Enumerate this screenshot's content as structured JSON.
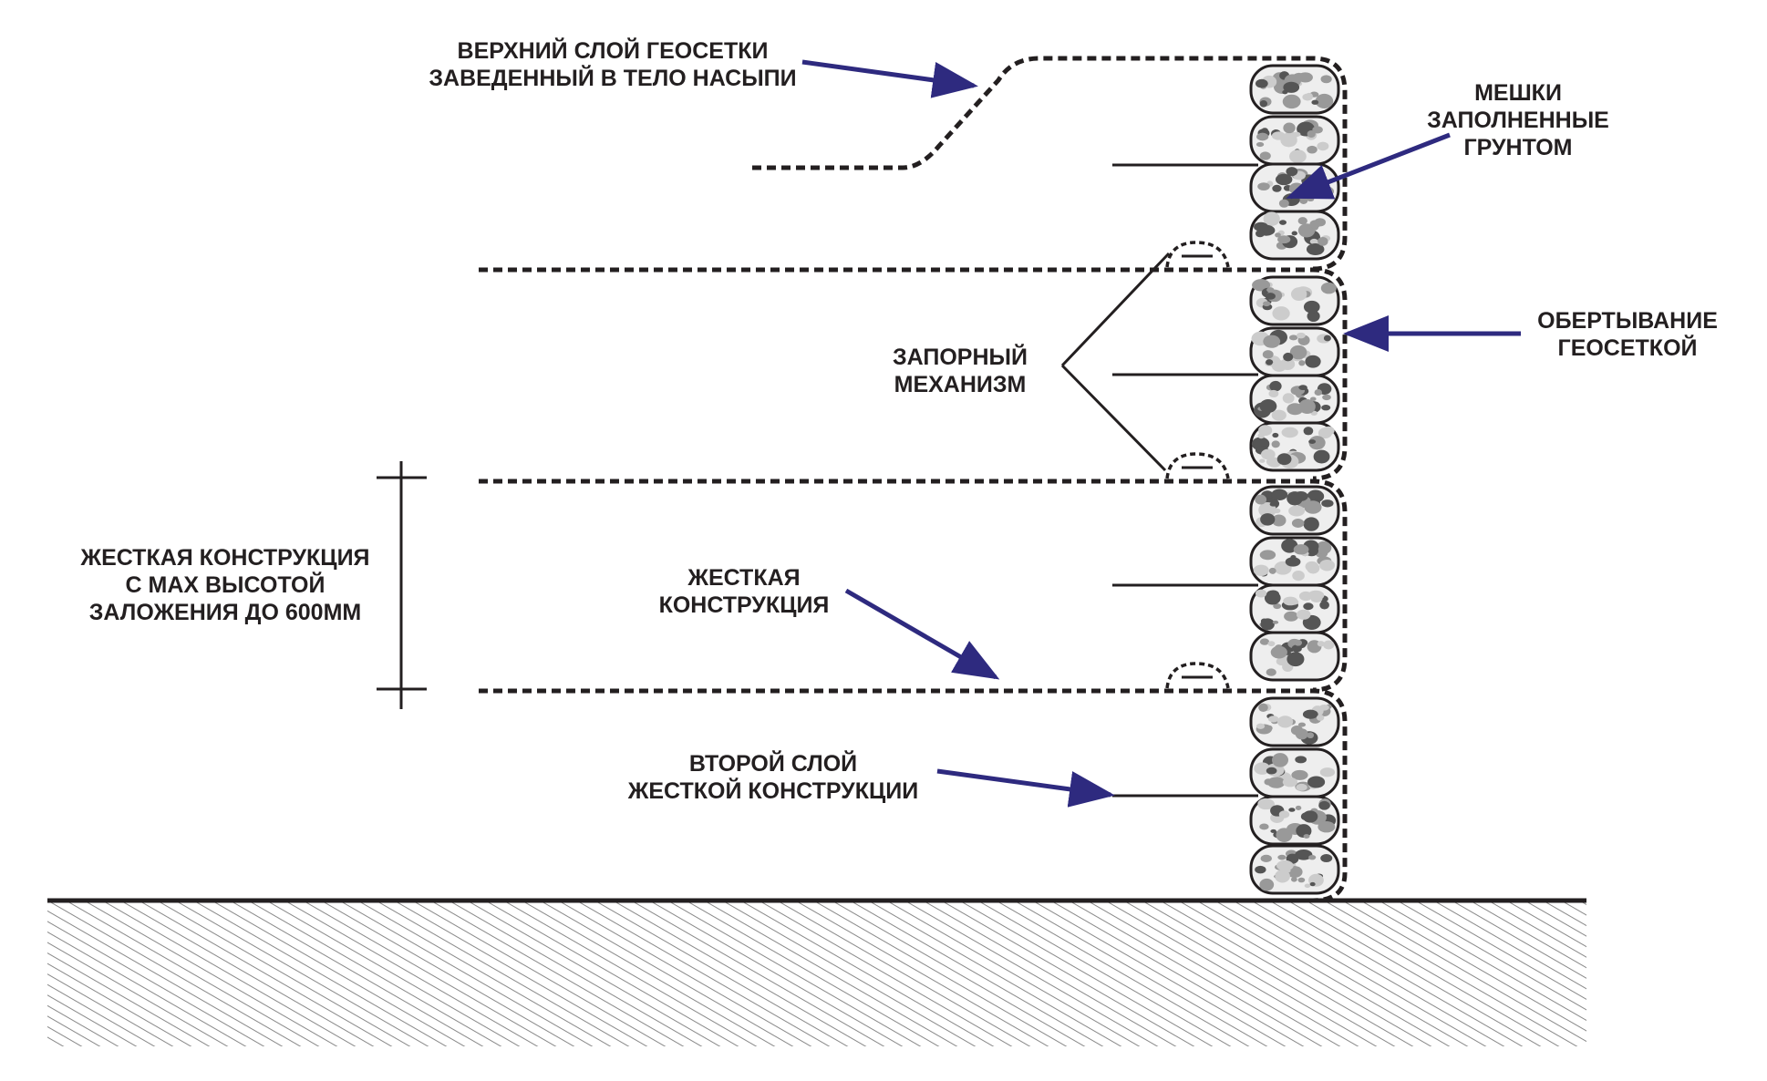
{
  "labels": {
    "top_layer_line1": "ВЕРХНИЙ СЛОЙ ГЕОСЕТКИ",
    "top_layer_line2": "ЗАВЕДЕННЫЙ В ТЕЛО НАСЫПИ",
    "bags_line1": "МЕШКИ",
    "bags_line2": "ЗАПОЛНЕННЫЕ",
    "bags_line3": "ГРУНТОМ",
    "wrap_line1": "ОБЕРТЫВАНИЕ",
    "wrap_line2": "ГЕОСЕТКОЙ",
    "lock_line1": "ЗАПОРНЫЙ",
    "lock_line2": "МЕХАНИЗМ",
    "rigid_height_line1": "ЖЕСТКАЯ КОНСТРУКЦИЯ",
    "rigid_height_line2": "С MAX ВЫСОТОЙ",
    "rigid_height_line3": "ЗАЛОЖЕНИЯ ДО 600ММ",
    "rigid_line1": "ЖЕСТКАЯ",
    "rigid_line2": "КОНСТРУКЦИЯ",
    "second_layer_line1": "ВТОРОЙ СЛОЙ",
    "second_layer_line2": "ЖЕСТКОЙ КОНСТРУКЦИИ"
  },
  "colors": {
    "arrow": "#2e2a7f",
    "line": "#231f20",
    "hatch": "#888888",
    "bag_fill": "#eeeeee",
    "stone_dark": "#555555",
    "stone_mid": "#999999",
    "stone_light": "#cccccc"
  }
}
